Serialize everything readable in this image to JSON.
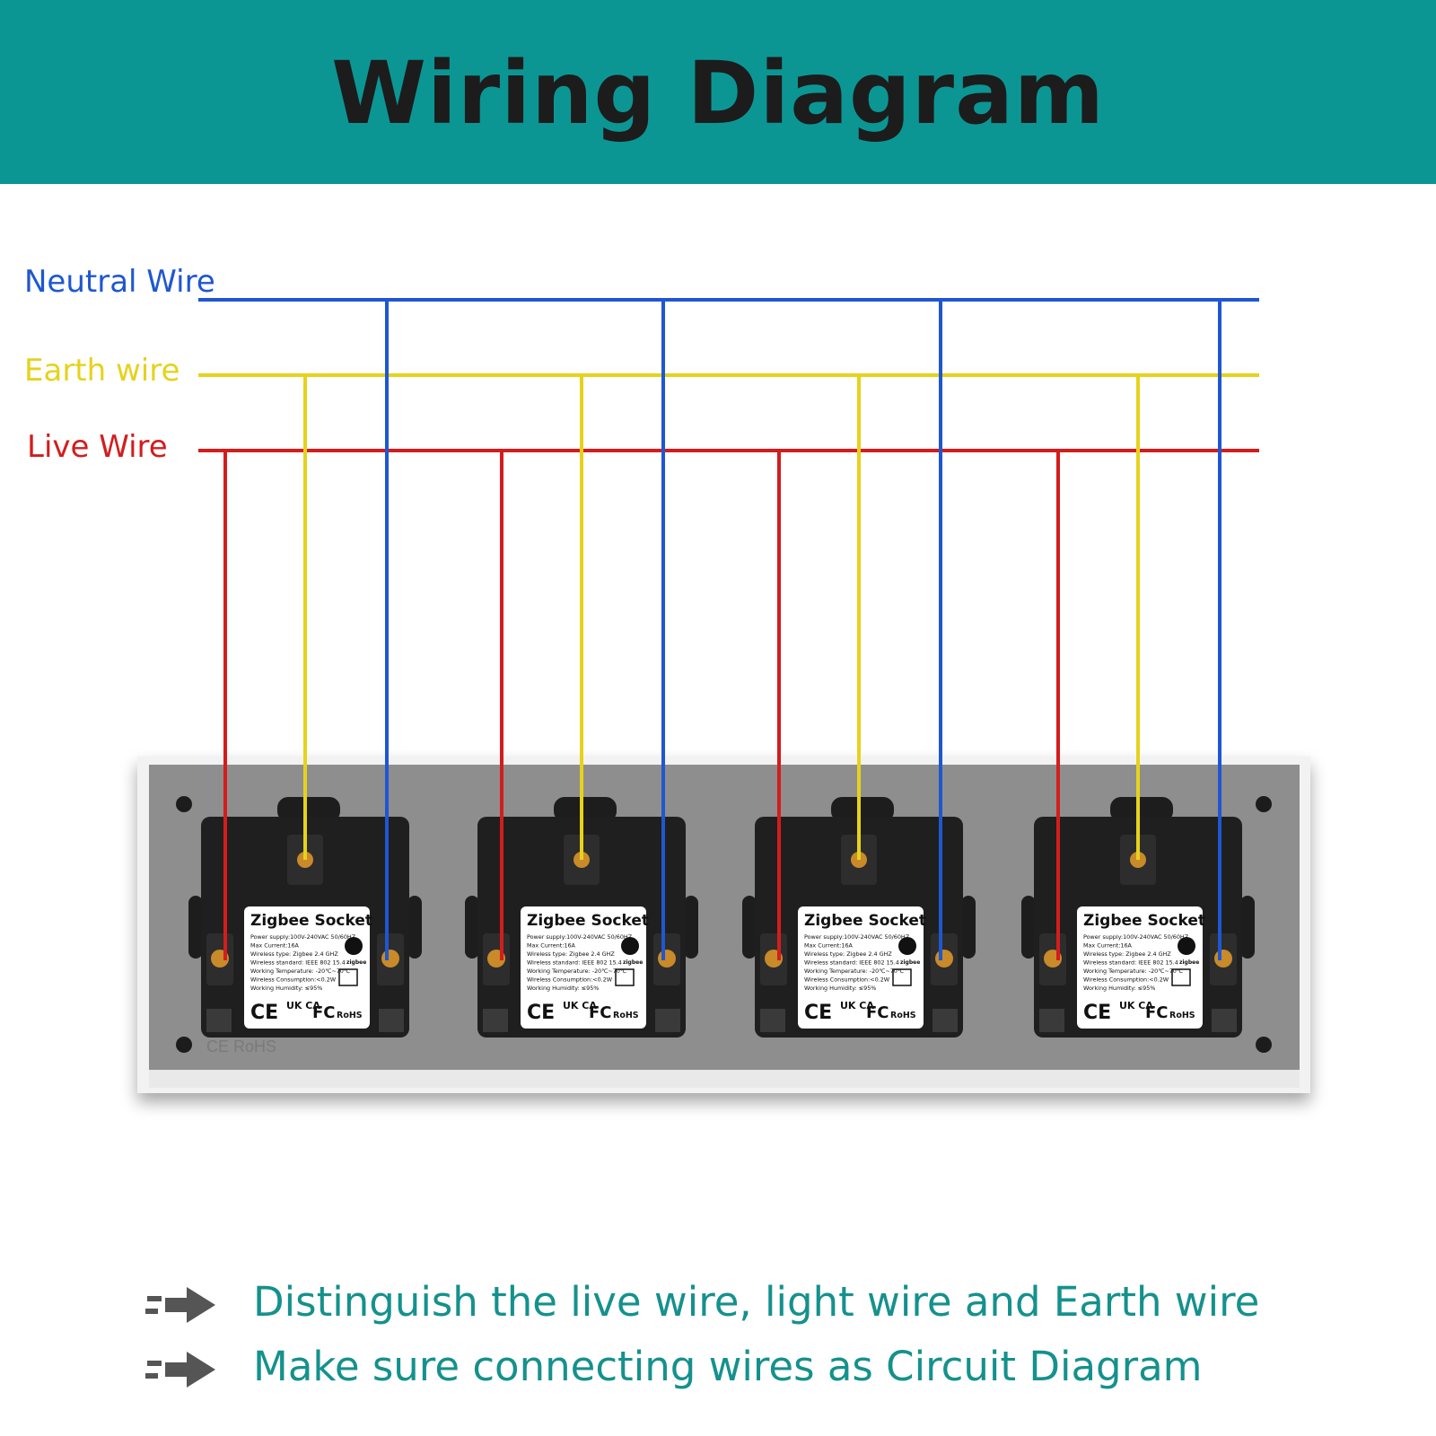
{
  "header": {
    "title": "Wiring Diagram"
  },
  "colors": {
    "header_bg": "#0b9694",
    "neutral": "#1f57d1",
    "earth": "#e6d21c",
    "live": "#d31d1d",
    "note_text": "#15918d"
  },
  "wires": [
    {
      "id": "neutral",
      "label": "Neutral Wire"
    },
    {
      "id": "earth",
      "label": "Earth wire"
    },
    {
      "id": "live",
      "label": "Live Wire"
    }
  ],
  "sockets": [
    {
      "title": "Zigbee Socket",
      "specs": [
        "Power supply:100V-240VAC 50/60HZ",
        "Max Current:16A",
        "Wireless type: Zigbee 2.4 GHZ",
        "Wireless standard: IEEE 802 15.4",
        "Working Temperature: -20℃~70℃",
        "Wireless Consumption:<0.2W",
        "Working Humidity: ≤95%"
      ],
      "marks": [
        "CE",
        "UK CA",
        "FC",
        "RoHS"
      ],
      "zigbee": "zigbee"
    },
    {
      "title": "Zigbee Socket",
      "specs": [
        "Power supply:100V-240VAC 50/60HZ",
        "Max Current:16A",
        "Wireless type: Zigbee 2.4 GHZ",
        "Wireless standard: IEEE 802 15.4",
        "Working Temperature: -20℃~70℃",
        "Wireless Consumption:<0.2W",
        "Working Humidity: ≤95%"
      ],
      "marks": [
        "CE",
        "UK CA",
        "FC",
        "RoHS"
      ],
      "zigbee": "zigbee"
    },
    {
      "title": "Zigbee Socket",
      "specs": [
        "Power supply:100V-240VAC 50/60HZ",
        "Max Current:16A",
        "Wireless type: Zigbee 2.4 GHZ",
        "Wireless standard: IEEE 802 15.4",
        "Working Temperature: -20℃~70℃",
        "Wireless Consumption:<0.2W",
        "Working Humidity: ≤95%"
      ],
      "marks": [
        "CE",
        "UK CA",
        "FC",
        "RoHS"
      ],
      "zigbee": "zigbee"
    },
    {
      "title": "Zigbee Socket",
      "specs": [
        "Power supply:100V-240VAC 50/60HZ",
        "Max Current:16A",
        "Wireless type: Zigbee 2.4 GHZ",
        "Wireless standard: IEEE 802 15.4",
        "Working Temperature: -20℃~70℃",
        "Wireless Consumption:<0.2W",
        "Working Humidity: ≤95%"
      ],
      "marks": [
        "CE",
        "UK CA",
        "FC",
        "RoHS"
      ],
      "zigbee": "zigbee"
    }
  ],
  "plate_marks": "CE RoHS",
  "notes": [
    {
      "icon": "arrow-icon",
      "text": "Distinguish the live wire, light wire and Earth wire"
    },
    {
      "icon": "arrow-icon",
      "text": "Make sure connecting wires as Circuit Diagram"
    }
  ]
}
